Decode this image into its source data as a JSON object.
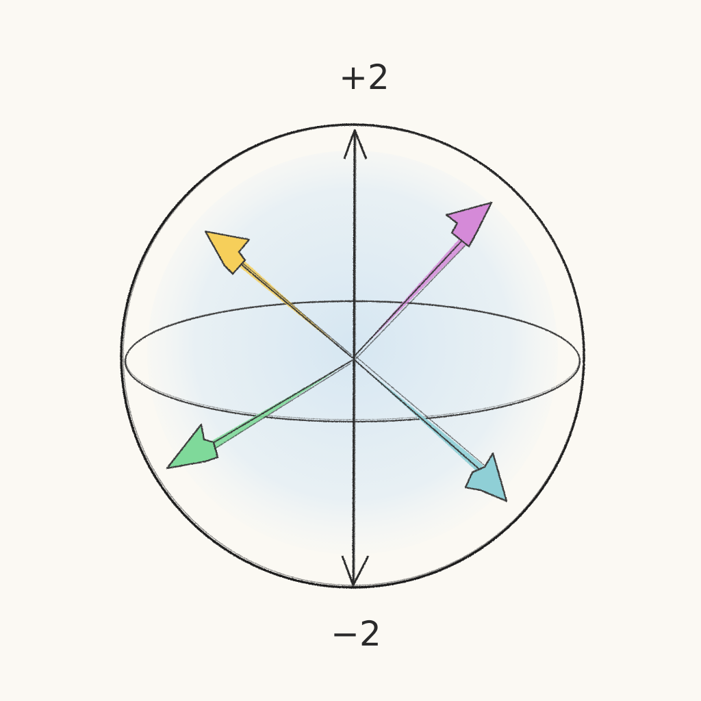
{
  "labels": {
    "top": "+2",
    "bottom": "−2"
  },
  "colors": {
    "paper": "#fbf9f3",
    "pencil": "#2b2b2b",
    "sphere_fill": "#cfe3f2",
    "vector_yellow": "#f6cf5a",
    "vector_magenta": "#d58ad8",
    "vector_green": "#7fd99a",
    "vector_teal": "#8fcfd6"
  },
  "vectors": [
    {
      "name": "yellow-vector",
      "color": "#f6cf5a"
    },
    {
      "name": "magenta-vector",
      "color": "#d58ad8"
    },
    {
      "name": "green-vector",
      "color": "#7fd99a"
    },
    {
      "name": "teal-vector",
      "color": "#8fcfd6"
    }
  ]
}
